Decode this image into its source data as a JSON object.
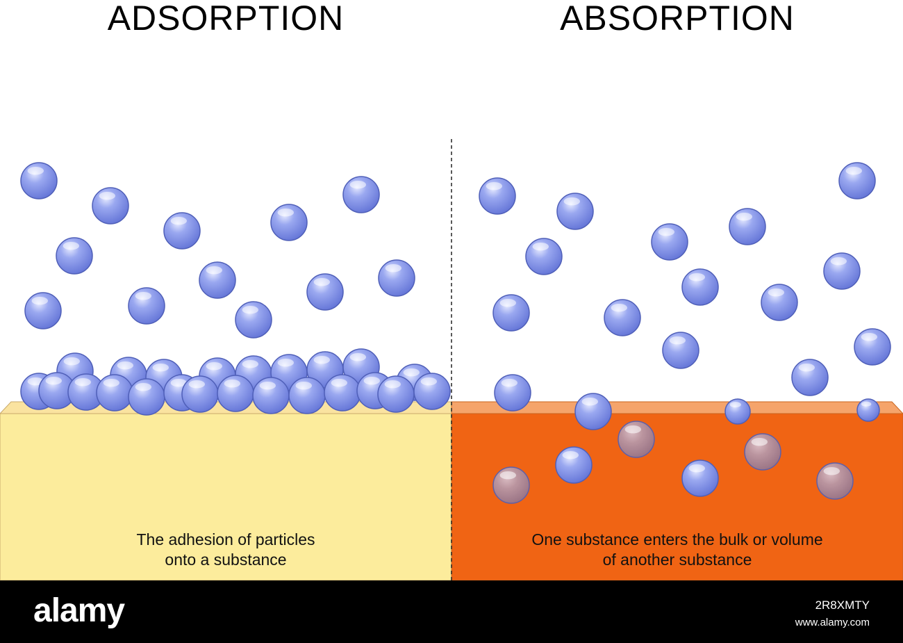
{
  "titles": {
    "left": "ADSORPTION",
    "right": "ABSORPTION"
  },
  "captions": {
    "left_line1": "The adhesion of particles",
    "left_line2": "onto a substance",
    "right_line1": "One substance enters the bulk or volume",
    "right_line2": "of another substance"
  },
  "colors": {
    "particle": "#7f8fe6",
    "particle_edge": "#4f5fb8",
    "absorbed_particle": "#b08fa8",
    "adsorbent_block": "#fcec9c",
    "adsorbent_top": "#fae3a0",
    "absorbent_block": "#f06414",
    "absorbent_top": "#f5a46b",
    "divider": "#222222",
    "footer": "#000000"
  },
  "footer": {
    "logo": "alamy",
    "image_id": "2R8XMTY",
    "url": "www.alamy.com"
  }
}
